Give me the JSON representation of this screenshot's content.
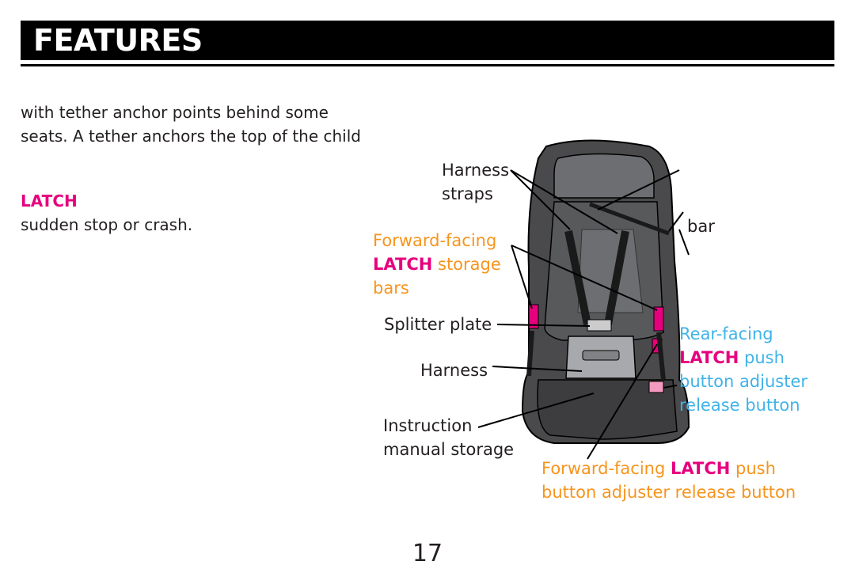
{
  "header": {
    "title": "FEATURES"
  },
  "body": {
    "line1": "with tether anchor points behind some",
    "line2": "seats. A tether anchors the top of the child",
    "latch_heading": "LATCH",
    "line3": "sudden stop or crash."
  },
  "diagram": {
    "harness_straps": {
      "line1": "Harness",
      "line2": "straps"
    },
    "bar": "bar",
    "forward_storage": {
      "line1": "Forward-facing",
      "latch": "LATCH",
      "storage": " storage",
      "line3": "bars"
    },
    "splitter_plate": "Splitter plate",
    "harness": "Harness",
    "instruction": {
      "line1": "Instruction",
      "line2": "manual storage"
    },
    "rear_facing": {
      "line1": "Rear-facing",
      "latch": "LATCH",
      "push": " push",
      "line3": "button adjuster",
      "line4": "release button"
    },
    "forward_push": {
      "prefix": "Forward-facing ",
      "latch": "LATCH",
      "push": " push",
      "line2": "button adjuster release button"
    }
  },
  "colors": {
    "magenta": "#e6007e",
    "orange": "#f7941d",
    "blue": "#3fb3e8",
    "seat_dark": "#4a4a4c",
    "seat_mid": "#6d6e71"
  },
  "page_number": "17"
}
